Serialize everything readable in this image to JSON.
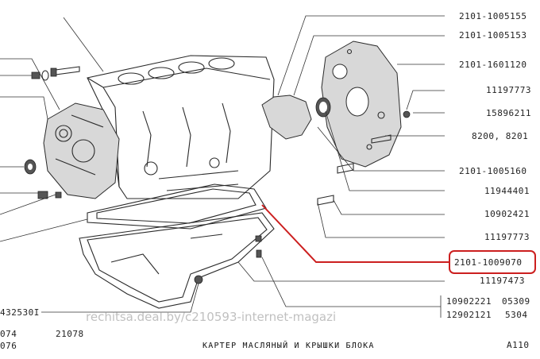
{
  "labels_right": [
    "2101-1005155",
    "2101-1005153",
    "2101-1601120",
    "11197773",
    "15896211",
    "8200, 8201",
    "2101-1005160",
    "11944401",
    "10902421",
    "11197773",
    "2101-1009070",
    "11197473"
  ],
  "labels_bottom_right": [
    "10902221",
    "12902121"
  ],
  "labels_bottom_right_suffix": [
    "05309",
    "5304"
  ],
  "label_left": "432530I",
  "footer": {
    "left_top": "074",
    "left_bottom": "076",
    "model": "21078",
    "caption": "КАРТЕР  МАСЛЯНЫЙ  И  КРЫШКИ  БЛОКА",
    "page": "A110"
  },
  "watermark": "rechitsa.deal.by/c210593-internet-magazi",
  "highlight": {
    "color": "#cc1f1f",
    "label_index": 10
  }
}
